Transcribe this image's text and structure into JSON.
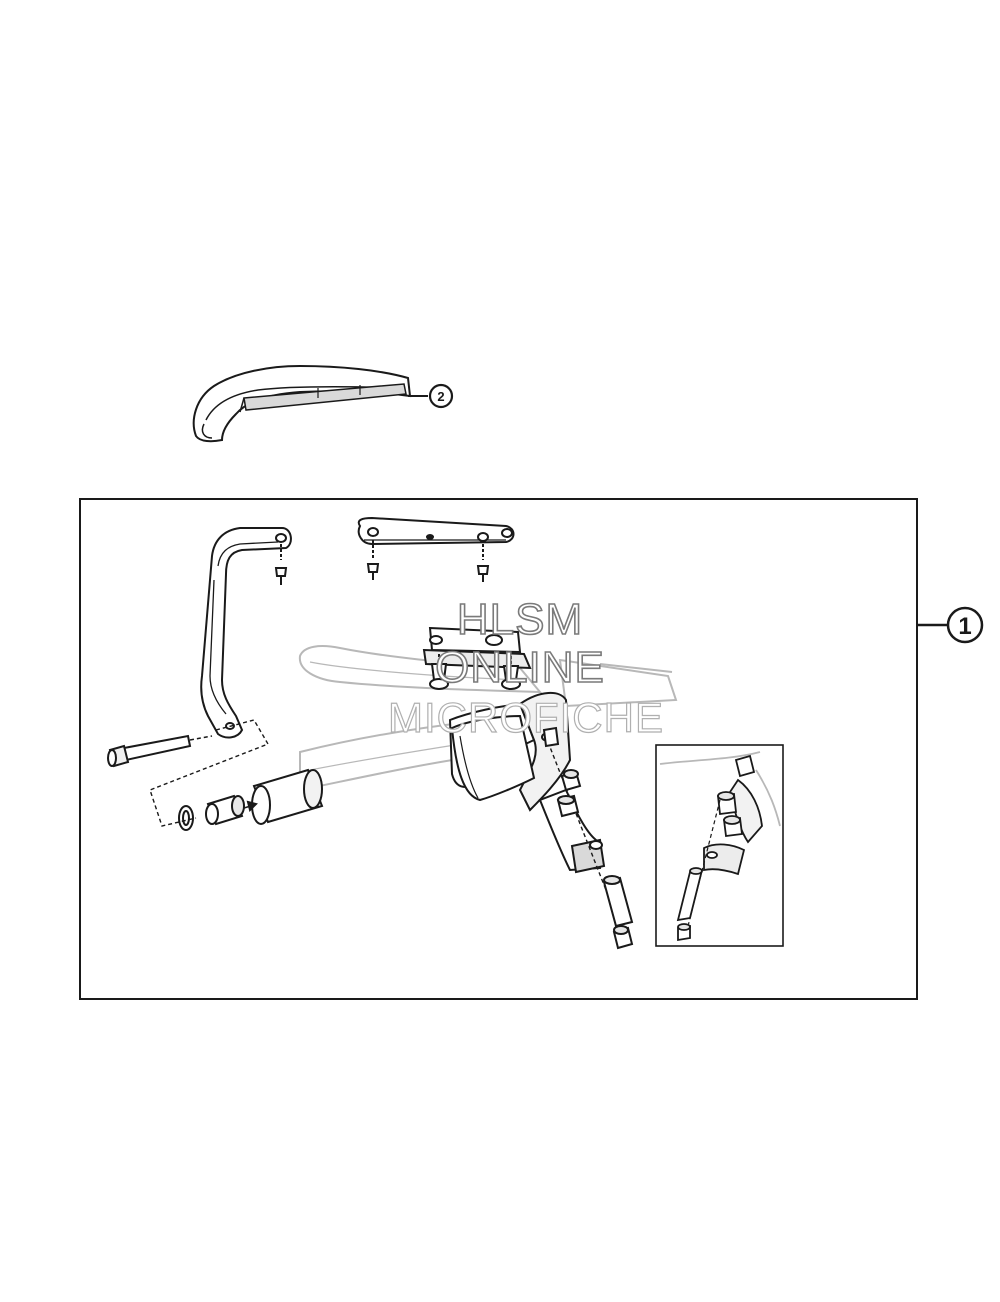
{
  "callouts": {
    "kit": "1",
    "handguard_shell": "2"
  },
  "watermark": {
    "line1": "HLSM",
    "line2": "ONLINE",
    "line3": "MICROFICHE"
  },
  "colors": {
    "line": "#1a1a1a",
    "part_fill": "#ffffff",
    "shade": "#d9d9d9",
    "ghost": "#b8b8b8",
    "watermark_outline": "#7a7a7a"
  }
}
